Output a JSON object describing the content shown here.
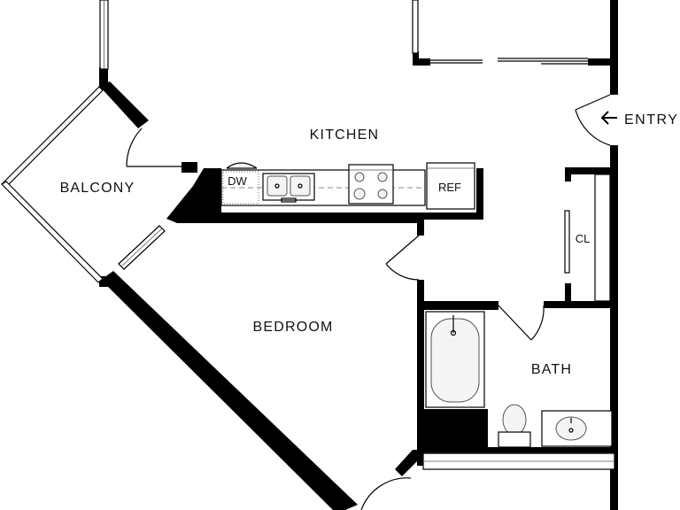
{
  "rooms": {
    "kitchen": "KITCHEN",
    "balcony": "BALCONY",
    "bedroom": "BEDROOM",
    "bath": "BATH",
    "closet": "CL"
  },
  "fixtures": {
    "dishwasher": "DW",
    "refrigerator": "REF"
  },
  "entry": {
    "label": "ENTRY",
    "arrow_icon": "arrow-left-icon"
  },
  "colors": {
    "wall": "#000000",
    "background": "#ffffff"
  }
}
